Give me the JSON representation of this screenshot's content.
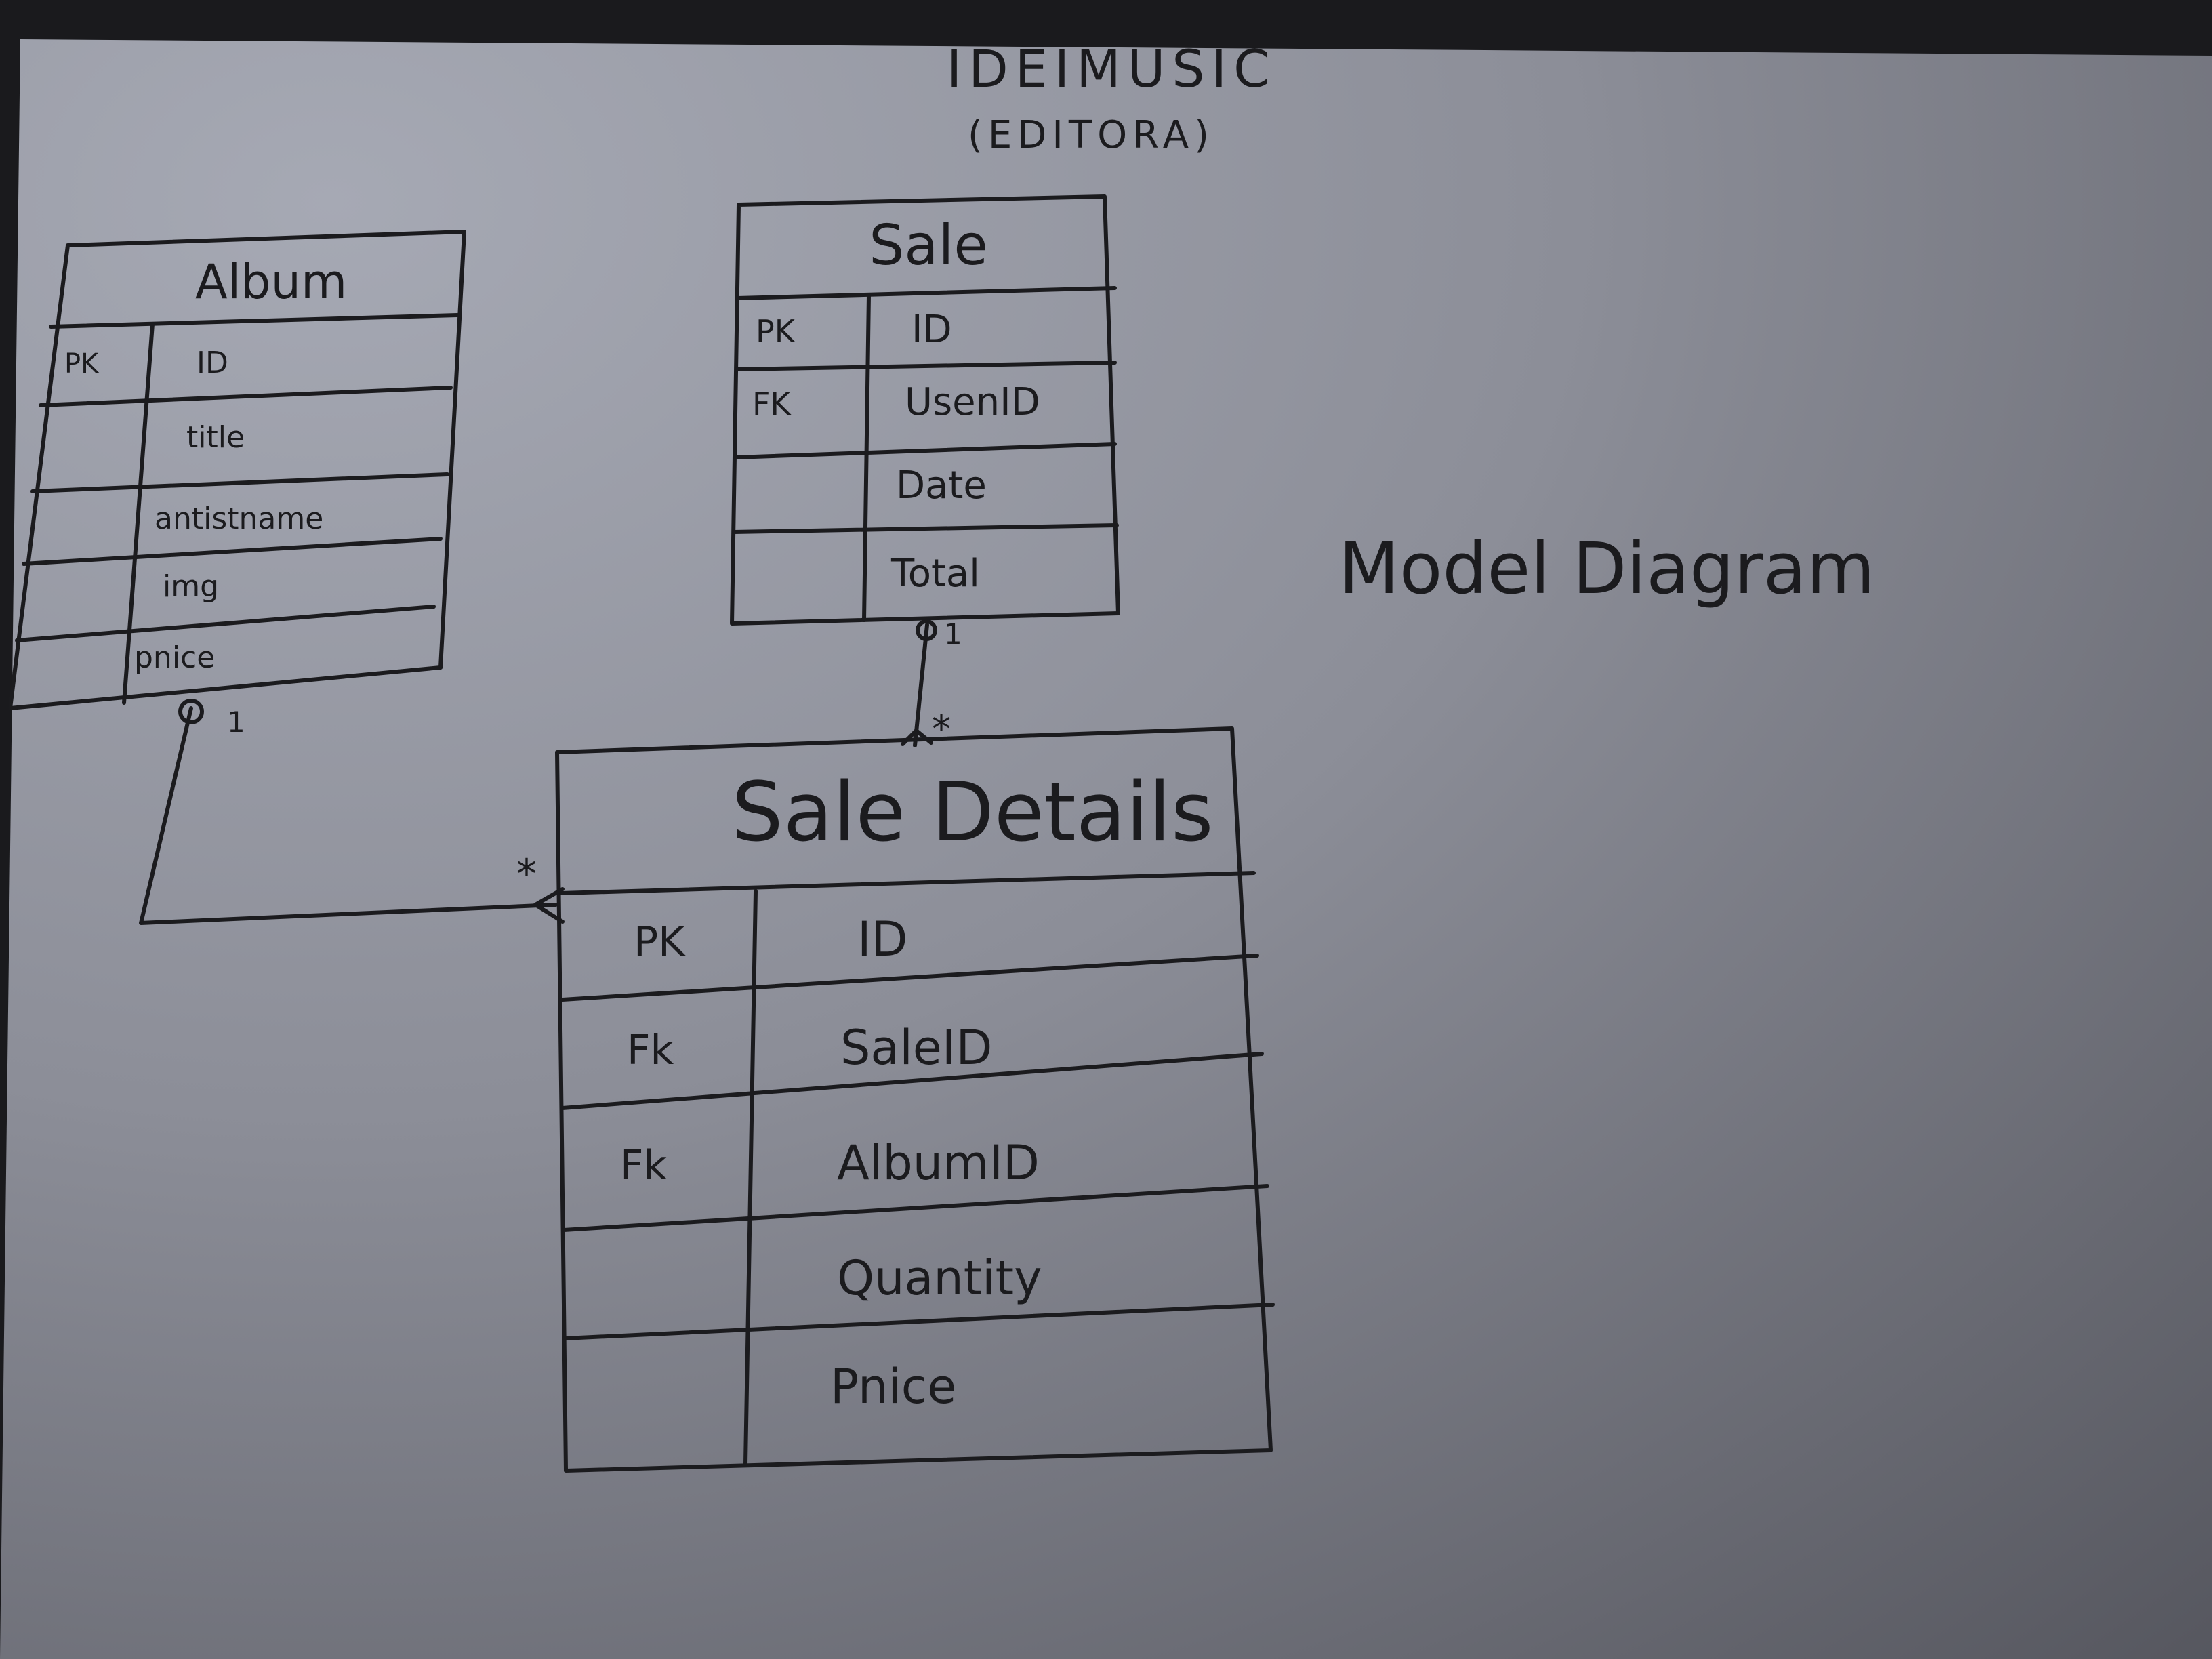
{
  "header": {
    "title": "IDEIMUSIC",
    "subtitle": "(EDITORA)"
  },
  "caption": "Model Diagram",
  "colors": {
    "paper_light": "#a6a9b4",
    "paper_dark": "#55565e",
    "ink": "#1b1b1e",
    "background": "#1a1a1d"
  },
  "tables": {
    "album": {
      "name": "Album",
      "rows": [
        {
          "key": "PK",
          "field": "ID"
        },
        {
          "key": "",
          "field": "title"
        },
        {
          "key": "",
          "field": "antistname"
        },
        {
          "key": "",
          "field": "img"
        },
        {
          "key": "",
          "field": "pnice"
        }
      ]
    },
    "sale": {
      "name": "Sale",
      "rows": [
        {
          "key": "PK",
          "field": "ID"
        },
        {
          "key": "FK",
          "field": "UsenID"
        },
        {
          "key": "",
          "field": "Date"
        },
        {
          "key": "",
          "field": "Total"
        }
      ]
    },
    "sale_details": {
      "name": "Sale Details",
      "rows": [
        {
          "key": "PK",
          "field": "ID"
        },
        {
          "key": "Fk",
          "field": "SaleID"
        },
        {
          "key": "Fk",
          "field": "AlbumID"
        },
        {
          "key": "",
          "field": "Quantity"
        },
        {
          "key": "",
          "field": "Pnice"
        }
      ]
    }
  },
  "relationships": [
    {
      "from": "Album",
      "to": "Sale Details",
      "from_card": "1",
      "to_card": "*"
    },
    {
      "from": "Sale",
      "to": "Sale Details",
      "from_card": "1",
      "to_card": "*"
    }
  ]
}
